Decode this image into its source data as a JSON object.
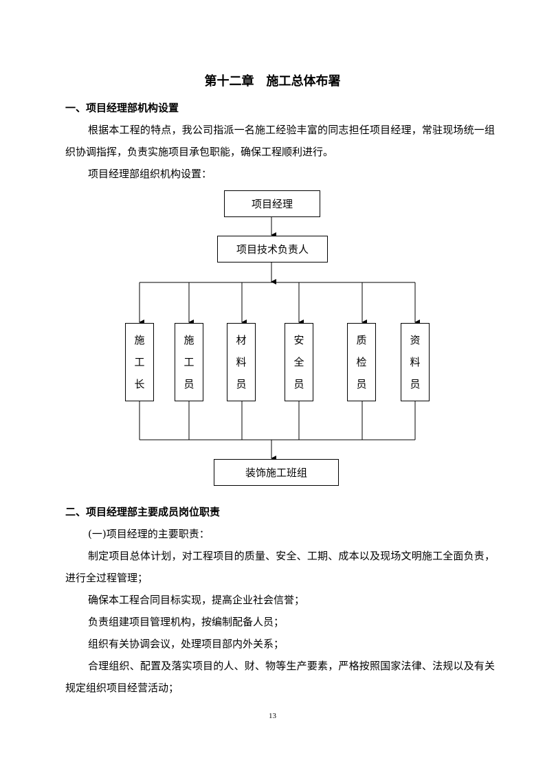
{
  "title": "第十二章　施工总体布署",
  "section1": {
    "heading": "一、项目经理部机构设置",
    "p1": "根据本工程的特点，我公司指派一名施工经验丰富的同志担任项目经理，常驻现场统一组织协调指挥，负责实施项目承包职能，确保工程顺利进行。",
    "p2": "项目经理部组织机构设置："
  },
  "org_chart": {
    "top": "项目经理",
    "second": "项目技术负责人",
    "roles": [
      [
        "施",
        "工",
        "长"
      ],
      [
        "施",
        "工",
        "员"
      ],
      [
        "材",
        "料",
        "员"
      ],
      [
        "安",
        "全",
        "员"
      ],
      [
        "质",
        "检",
        "员"
      ],
      [
        "资",
        "料",
        "员"
      ]
    ],
    "bottom": "装饰施工班组"
  },
  "section2": {
    "heading": "二、项目经理部主要成员岗位职责",
    "sub": "(一)项目经理的主要职责：",
    "items": [
      "制定项目总体计划，对工程项目的质量、安全、工期、成本以及现场文明施工全面负责，进行全过程管理；",
      "确保本工程合同目标实现，提高企业社会信誉；",
      "负责组建项目管理机构，按编制配备人员；",
      "组织有关协调会议，处理项目部内外关系；",
      "合理组织、配置及落实项目的人、财、物等生产要素，严格按照国家法律、法规以及有关规定组织项目经营活动；"
    ]
  },
  "page_number": "13"
}
